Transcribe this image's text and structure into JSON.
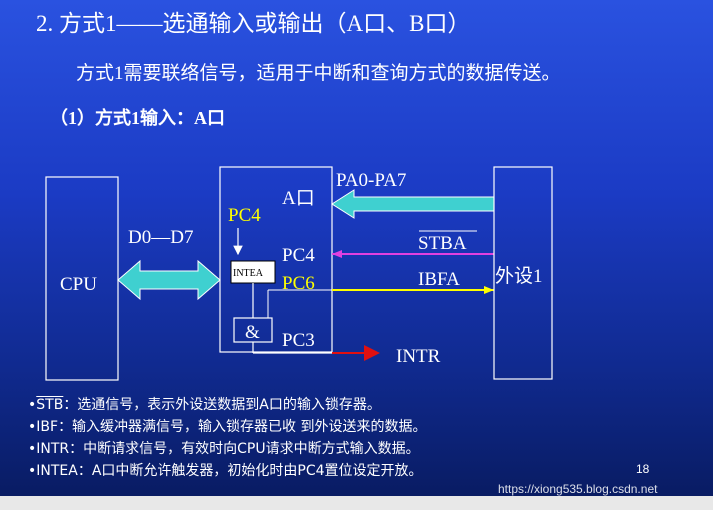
{
  "slide": {
    "title": "2. 方式1——选通输入或输出（A口、B口）",
    "intro": "方式1需要联络信号，适用于中断和查询方式的数据传送。",
    "subtitle": "（1）方式1输入：A口",
    "page_number": "18",
    "watermark": "https://xiong535.blog.csdn.net"
  },
  "diagram": {
    "cpu_label": "CPU",
    "data_bus_label": "D0—D7",
    "port_a_label": "A口",
    "pc4_left_label": "PC4",
    "pc4_right_label": "PC4",
    "intea_label": "INTEA",
    "pc6_label": "PC6",
    "and_gate_label": "&",
    "pc3_label": "PC3",
    "pa_bus_label": "PA0-PA7",
    "stba_label": "STBA",
    "ibfa_label": "IBFA",
    "intr_label": "INTR",
    "device_label": "外设1",
    "colors": {
      "bus_arrow": "#3fd0d0",
      "stb_line": "#e040e0",
      "ibf_line": "#ffff00",
      "intr_arrow": "#e01010"
    }
  },
  "notes": [
    {
      "name": "STB",
      "text": "：选通信号，表示外设送数据到A口的输入锁存器。"
    },
    {
      "name": "IBF",
      "text": "：输入缓冲器满信号，输入锁存器已收 到外设送来的数据。"
    },
    {
      "name": "INTR",
      "text": "：中断请求信号，有效时向CPU请求中断方式输入数据。"
    },
    {
      "name": "INTEA",
      "text": "：A口中断允许触发器，初始化时由PC4置位设定开放。"
    }
  ]
}
